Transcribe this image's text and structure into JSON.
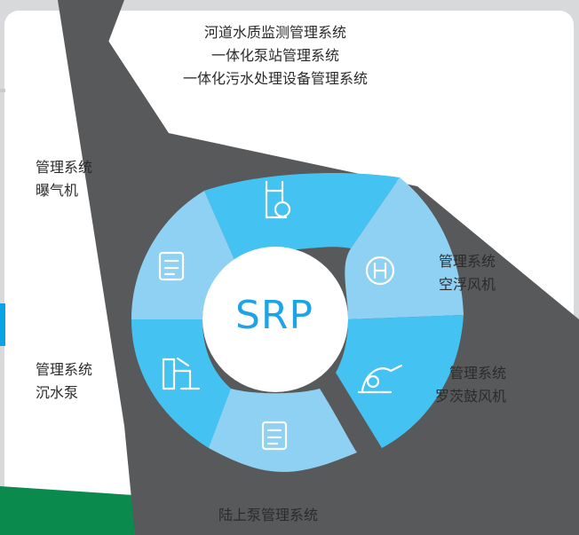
{
  "center_label": "SRP",
  "top_systems": [
    "河道水质监测管理系统",
    "一体化泵站管理系统",
    "一体化污水处理设备管理系统"
  ],
  "left_upper": [
    "管理系统",
    "曝气机"
  ],
  "left_lower": [
    "管理系统",
    "沉水泵"
  ],
  "right_upper": [
    "管理系统",
    "空浮风机"
  ],
  "right_lower": [
    "管理系统",
    "罗茨鼓风机"
  ],
  "bottom": "陆上泵管理系统",
  "colors": {
    "dark": "#58595b",
    "light_blue": "#8fd1f3",
    "blue": "#44c2f1",
    "green": "#0b8a4e",
    "bright_blue": "#0aa3e6"
  },
  "icons": [
    "water-monitor-icon",
    "hydrogen-icon",
    "fan-icon",
    "document-icon",
    "pump-icon",
    "document-icon"
  ]
}
